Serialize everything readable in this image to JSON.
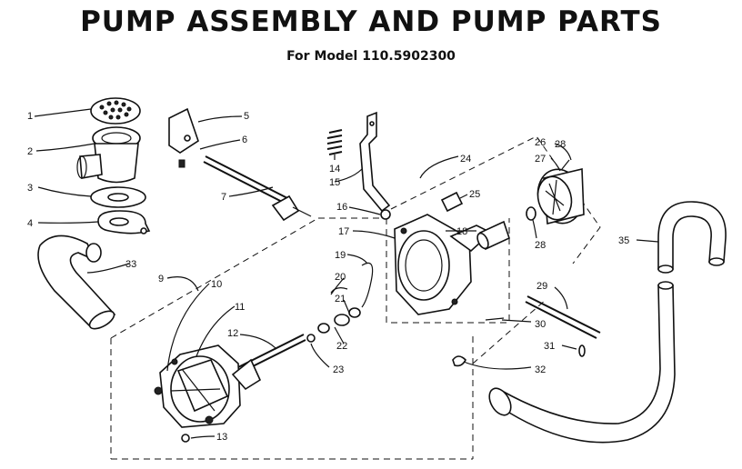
{
  "title": "PUMP ASSEMBLY AND PUMP PARTS",
  "subtitle": "For Model 110.5902300",
  "callouts": [
    {
      "id": "1",
      "label": "1"
    },
    {
      "id": "2",
      "label": "2"
    },
    {
      "id": "3",
      "label": "3"
    },
    {
      "id": "4",
      "label": "4"
    },
    {
      "id": "5",
      "label": "5"
    },
    {
      "id": "6",
      "label": "6"
    },
    {
      "id": "7",
      "label": "7"
    },
    {
      "id": "9",
      "label": "9"
    },
    {
      "id": "10",
      "label": "10"
    },
    {
      "id": "11",
      "label": "11"
    },
    {
      "id": "12",
      "label": "12"
    },
    {
      "id": "13",
      "label": "13"
    },
    {
      "id": "14",
      "label": "14"
    },
    {
      "id": "15",
      "label": "15"
    },
    {
      "id": "16",
      "label": "16"
    },
    {
      "id": "17",
      "label": "17"
    },
    {
      "id": "18",
      "label": "18"
    },
    {
      "id": "19",
      "label": "19"
    },
    {
      "id": "20",
      "label": "20"
    },
    {
      "id": "21",
      "label": "21"
    },
    {
      "id": "22",
      "label": "22"
    },
    {
      "id": "23",
      "label": "23"
    },
    {
      "id": "24",
      "label": "24"
    },
    {
      "id": "25",
      "label": "25"
    },
    {
      "id": "26",
      "label": "26"
    },
    {
      "id": "27",
      "label": "27"
    },
    {
      "id": "28a",
      "label": "28"
    },
    {
      "id": "28b",
      "label": "28"
    },
    {
      "id": "29",
      "label": "29"
    },
    {
      "id": "30",
      "label": "30"
    },
    {
      "id": "31",
      "label": "31"
    },
    {
      "id": "32",
      "label": "32"
    },
    {
      "id": "33",
      "label": "33"
    },
    {
      "id": "35",
      "label": "35"
    }
  ]
}
